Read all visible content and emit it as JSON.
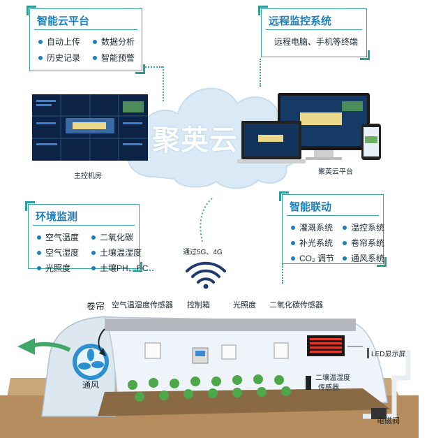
{
  "cloud": {
    "text": "聚英云"
  },
  "smart_cloud": {
    "title": "智能云平台",
    "items": [
      "自动上传",
      "数据分析",
      "历史记录",
      "智能预警"
    ]
  },
  "remote": {
    "title": "远程监控系统",
    "items": [
      "远程电脑、手机等终端"
    ]
  },
  "env": {
    "title": "环境监测",
    "items": [
      "空气温度",
      "二氧化碳",
      "空气湿度",
      "土壤温湿度",
      "光照度",
      "土壤PH、EC"
    ]
  },
  "linkage": {
    "title": "智能联动",
    "items": [
      "灌溉系统",
      "温控系统",
      "补光系统",
      "卷帘系统",
      "CO₂ 调节",
      "通风系统"
    ]
  },
  "captions": {
    "control_room": "主控机房",
    "cloud_platform": "聚英云平台",
    "network": "通过5G、4G"
  },
  "greenhouse": {
    "roller": "卷帘",
    "air_sensor": "空气温湿度传感器",
    "control_box": "控制箱",
    "light": "光照度",
    "co2_sensor": "二氧化碳传感器",
    "led": "LED显示屏",
    "ventilation": "通风",
    "soil_sensor_l1": "二壤温湿度",
    "soil_sensor_l2": "传感器",
    "valve": "电磁阀"
  },
  "colors": {
    "accent": "#1e7fbf",
    "border": "#3aa8a0",
    "cloud": "#d6e8f6"
  }
}
